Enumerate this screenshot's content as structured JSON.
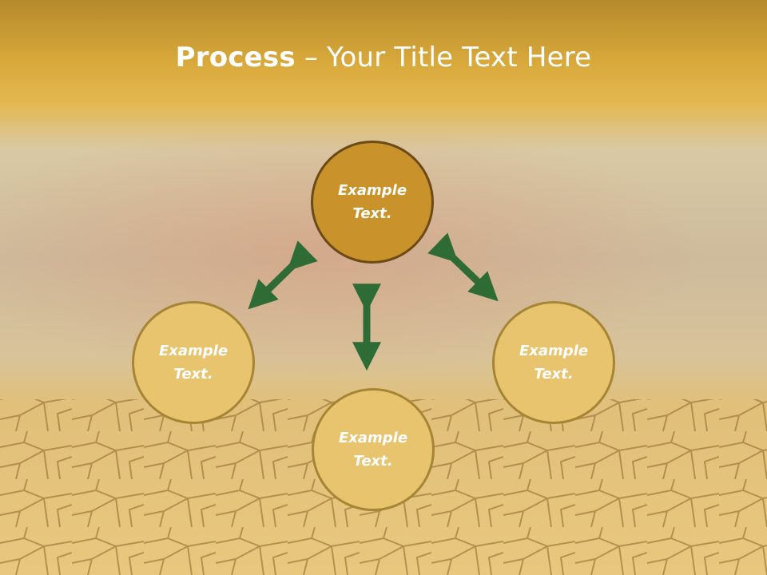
{
  "title": {
    "bold_part": "Process",
    "separator": " – ",
    "light_part": "Your Title Text Here"
  },
  "nodes": {
    "center": {
      "line1": "Example",
      "line2": "Text."
    },
    "left": {
      "line1": "Example",
      "line2": "Text."
    },
    "right": {
      "line1": "Example",
      "line2": "Text."
    },
    "bottom": {
      "line1": "Example",
      "line2": "Text."
    }
  },
  "colors": {
    "title_band": "#d9a93b",
    "center_fill": "#c9922a",
    "outer_fill": "#e9c46f",
    "arrow": "#2f6b35"
  },
  "arrows": [
    "center-left",
    "center-right",
    "center-bottom"
  ]
}
